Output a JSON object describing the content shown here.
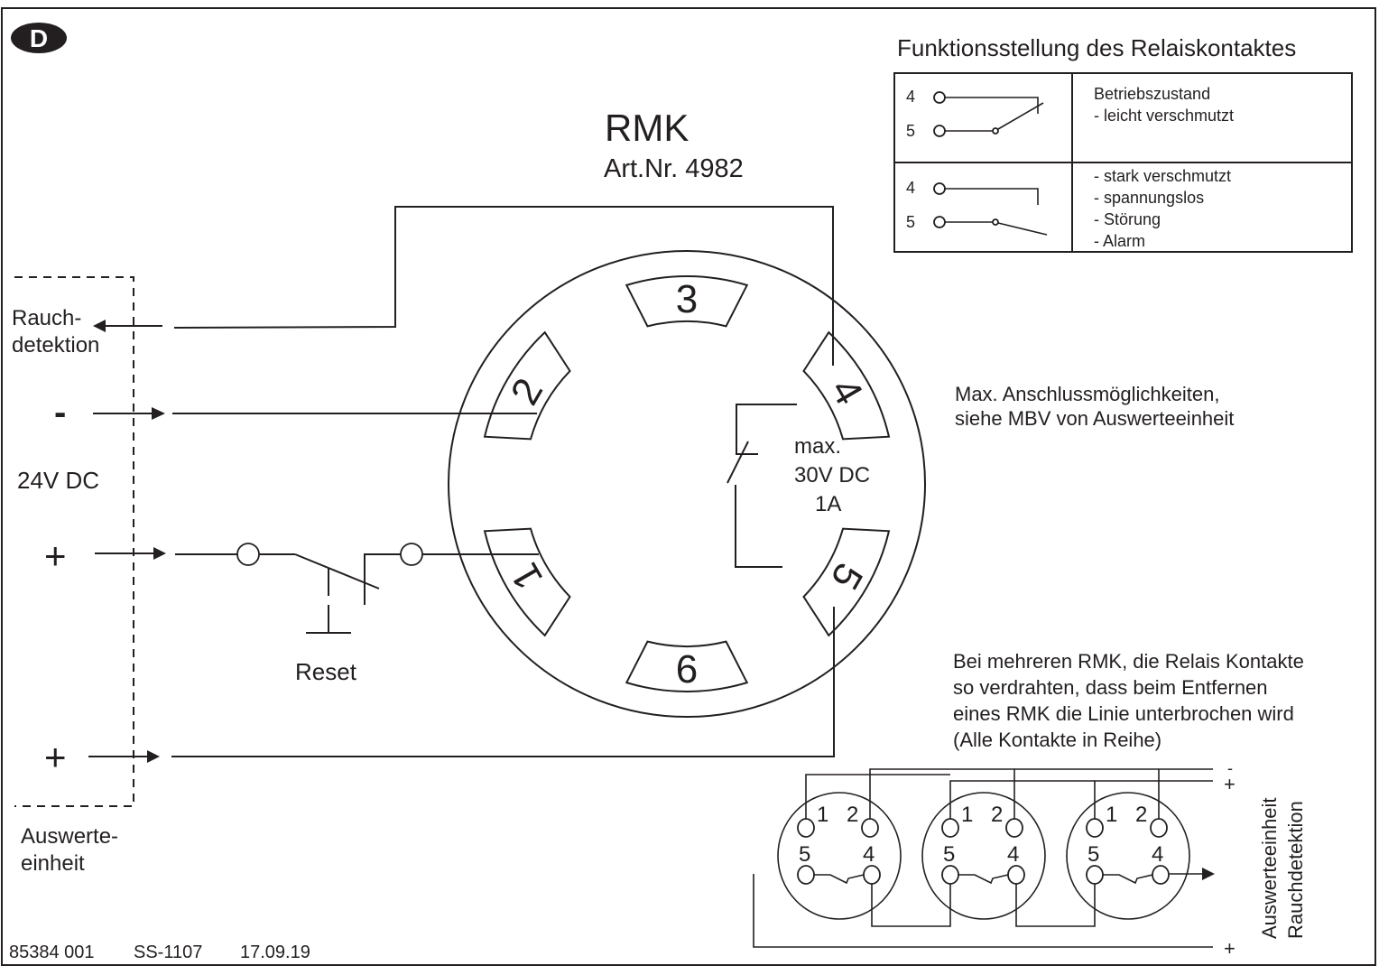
{
  "badge": {
    "label": "D"
  },
  "title": {
    "name": "RMK",
    "article": "Art.Nr. 4982"
  },
  "legend": {
    "heading": "Funktionsstellung des Relaiskontaktes",
    "rows": [
      {
        "terminals": [
          "4",
          "5"
        ],
        "state": "closed",
        "lines": [
          "Betriebszustand",
          "- leicht verschmutzt"
        ]
      },
      {
        "terminals": [
          "4",
          "5"
        ],
        "state": "open",
        "lines": [
          "- stark verschmutzt",
          "- spannungslos",
          "- Störung",
          "- Alarm"
        ]
      }
    ]
  },
  "left_panel": {
    "rauch_line1": "Rauch-",
    "rauch_line2": "detektion",
    "minus": "-",
    "voltage": "24V DC",
    "plus1": "+",
    "plus2": "+",
    "unit_line1": "Auswerte-",
    "unit_line2": "einheit"
  },
  "reset": {
    "label": "Reset"
  },
  "socket": {
    "terminals": [
      "1",
      "2",
      "3",
      "4",
      "5",
      "6"
    ],
    "rating_line1": "max.",
    "rating_line2": "30V DC",
    "rating_line3": "1A"
  },
  "notes": {
    "max_line1": "Max. Anschlussmöglichkeiten,",
    "max_line2": "siehe MBV von Auswerteeinheit",
    "multi_line1": "Bei mehreren RMK, die Relais Kontakte",
    "multi_line2": "so verdrahten, dass beim Entfernen",
    "multi_line3": "eines RMK die Linie unterbrochen wird",
    "multi_line4": "(Alle Kontakte in Reihe)"
  },
  "chain": {
    "pin_labels": [
      "1",
      "2",
      "5",
      "4"
    ],
    "minus": "-",
    "plus_top": "+",
    "plus_bottom": "+",
    "side_line1": "Auswerteeinheit",
    "side_line2": "Rauchdetektion"
  },
  "footer": {
    "doc_number": "85384 001",
    "code": "SS-1107",
    "date": "17.09.19"
  }
}
